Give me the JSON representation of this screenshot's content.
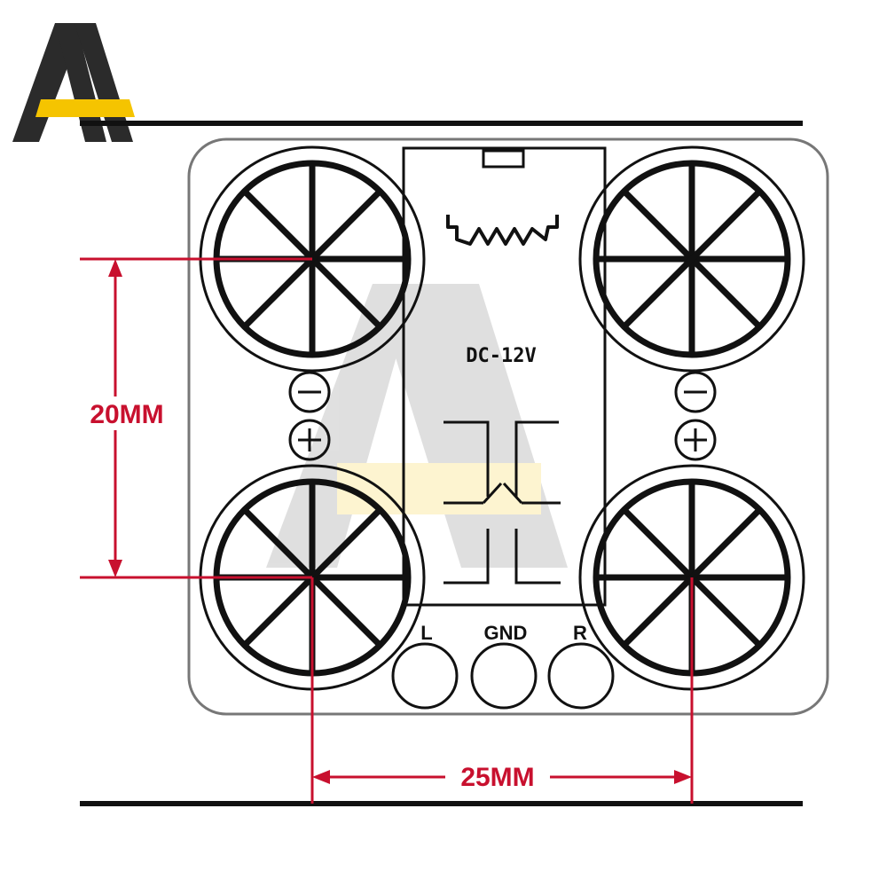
{
  "board": {
    "voltage_label": "DC-12V",
    "pins": [
      {
        "label": "L"
      },
      {
        "label": "GND"
      },
      {
        "label": "R"
      }
    ]
  },
  "dimensions": {
    "vertical": "20MM",
    "horizontal": "25MM"
  },
  "colors": {
    "dimension": "#c8102e",
    "logo_dark": "#2b2b2b",
    "logo_accent": "#f5c400",
    "outline": "#111111"
  },
  "icons": {
    "logo": "brand-logo-icon",
    "speaker": "speaker-pad-icon",
    "minus": "minus-icon",
    "plus": "plus-icon",
    "relay": "relay-contact-icon",
    "coil": "relay-coil-icon"
  }
}
